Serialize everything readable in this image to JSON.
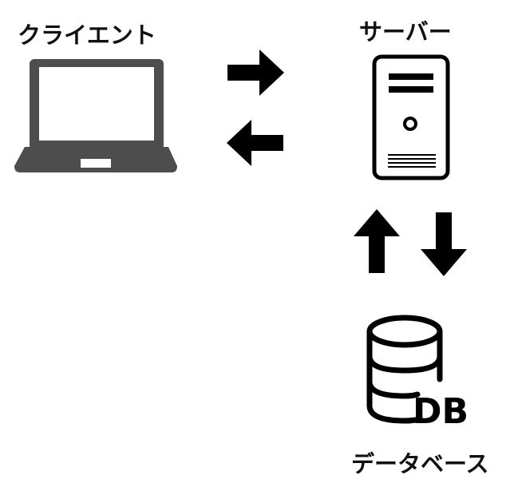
{
  "diagram": {
    "client": {
      "label": "クライエント",
      "icon": "laptop-icon"
    },
    "server": {
      "label": "サーバー",
      "icon": "server-tower-icon"
    },
    "database": {
      "label": "データベース",
      "icon": "database-icon",
      "icon_text": "DB"
    },
    "arrows": [
      {
        "from": "client",
        "to": "server",
        "direction": "right"
      },
      {
        "from": "server",
        "to": "client",
        "direction": "left"
      },
      {
        "from": "database",
        "to": "server",
        "direction": "up"
      },
      {
        "from": "server",
        "to": "database",
        "direction": "down"
      }
    ],
    "colors": {
      "icon_dark": "#4d4d4d",
      "black": "#000000",
      "background": "#ffffff"
    }
  }
}
